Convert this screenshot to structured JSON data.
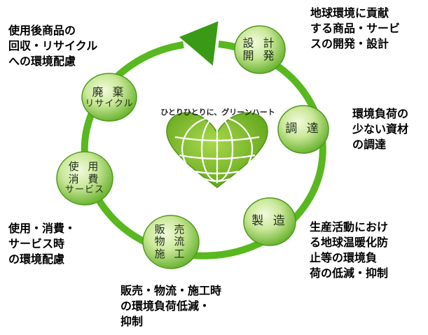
{
  "cycle": {
    "stages": [
      {
        "id": "design",
        "lines": [
          "設 計",
          "開 発"
        ]
      },
      {
        "id": "procurement",
        "lines": [
          "調 達"
        ]
      },
      {
        "id": "manufacturing",
        "lines": [
          "製 造"
        ]
      },
      {
        "id": "sales",
        "lines": [
          "販 売",
          "物 流",
          "施 工"
        ]
      },
      {
        "id": "use",
        "lines": [
          "使 用",
          "消 費",
          "サービス"
        ]
      },
      {
        "id": "disposal",
        "lines": [
          "廃 棄",
          "リサイクル"
        ]
      }
    ]
  },
  "logo": {
    "slogan": "ひとりひとりに、グリーンハート",
    "name": "green-heart-globe-logo"
  },
  "descriptions": {
    "design": [
      "地球環境に貢献",
      "する商品・サービ",
      "スの開発・設計"
    ],
    "procurement": [
      "環境負荷の",
      "少ない資材",
      "の調達"
    ],
    "manufacturing": [
      "生産活動におけ",
      "る地球温暖化防",
      "止等の環境負",
      "荷の低減・抑制"
    ],
    "sales": [
      "販売・物流・施工時",
      "の環境負荷低減・",
      "抑制"
    ],
    "use": [
      "使用・消費・",
      "サービス時",
      "の環境配慮"
    ],
    "disposal": [
      "使用後商品の",
      "回収・リサイクル",
      "への環境配慮"
    ]
  },
  "colors": {
    "ring": "#58b81f",
    "arrow": "#3a9a16",
    "node_light": "#e9f6c9",
    "node_dark": "#58b226",
    "heart": "#7dbd23",
    "heart_lines": "#ffffff"
  }
}
